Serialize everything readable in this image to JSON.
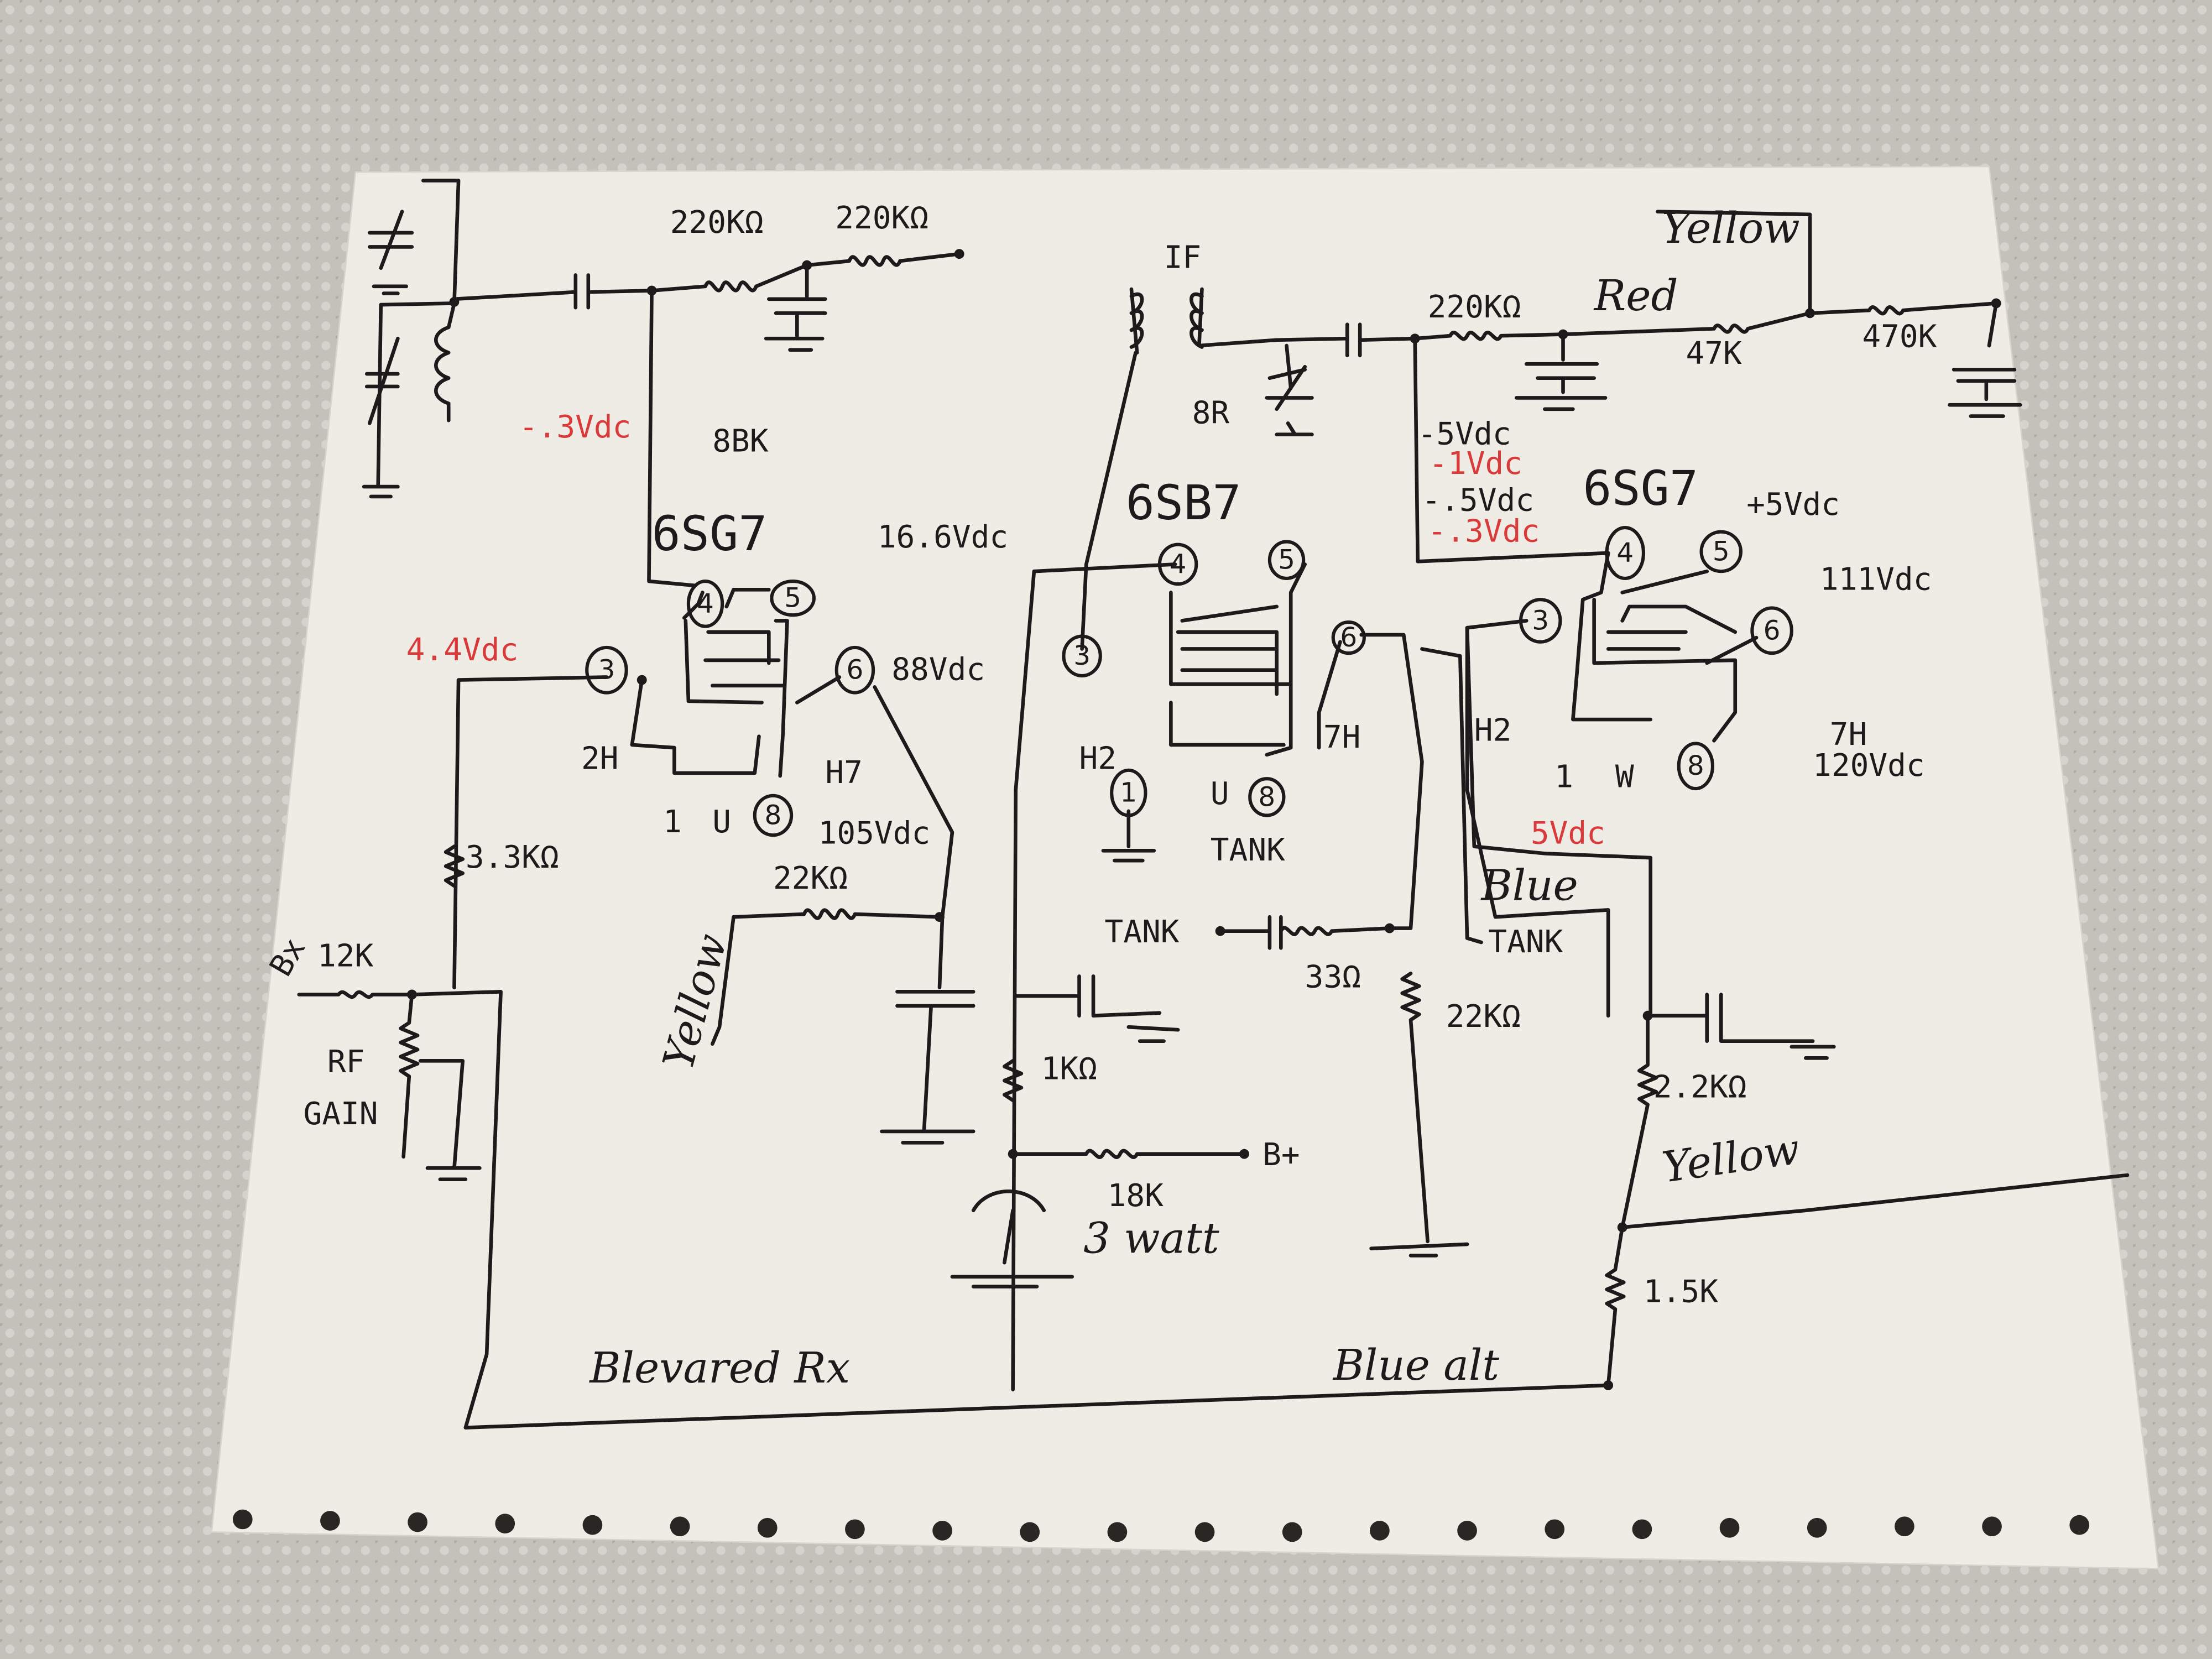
{
  "diagram": {
    "title": "Blevared Rx",
    "colors": {
      "ink": "#1d1a1c",
      "red_ink": "#d93a3a",
      "paper": "#efece6",
      "background": "#bdb9b3"
    },
    "tubes": [
      {
        "type": "6SG7",
        "label_8bk": "8BK",
        "pins": [
          "3",
          "4",
          "5",
          "6",
          "8"
        ],
        "pin_labels": [
          "2H",
          "H7",
          "1",
          "U"
        ]
      },
      {
        "type": "6SB7",
        "pins": [
          "1",
          "3",
          "4",
          "5",
          "6",
          "8"
        ],
        "pin_labels": [
          "H2",
          "7H",
          "U"
        ]
      },
      {
        "type": "6SG7",
        "pins": [
          "3",
          "4",
          "5",
          "6",
          "8"
        ],
        "pin_labels": [
          "H2",
          "7H",
          "1",
          "W"
        ]
      }
    ],
    "labels": {
      "r220k_a": "220KΩ",
      "r220k_b": "220KΩ",
      "v_neg03_a": "-.3Vdc",
      "v166": "16.6Vdc",
      "v44": "4.4Vdc",
      "v88": "88Vdc",
      "if": "IF",
      "r8r": "8R",
      "r220k_c": "220KΩ",
      "red": "Red",
      "yellow_top": "Yellow",
      "r47k": "47K",
      "r470k": "470K",
      "v_neg5": "-5Vdc",
      "v_neg1": "-1Vdc",
      "v_neg05": "-.5Vdc",
      "v_neg03_b": "-.3Vdc",
      "v_pos5": "+5Vdc",
      "v111": "111Vdc",
      "v120": "120Vdc",
      "v105": "105Vdc",
      "r22k_a": "22KΩ",
      "r33k": "3.3KΩ",
      "tank_a": "TANK",
      "tank_b": "TANK",
      "r33": "33Ω",
      "r22k_b": "22KΩ",
      "blue": "Blue",
      "tank_c": "TANK",
      "v5": "5Vdc",
      "bx": "Bx",
      "r12k": "12K",
      "rf": "RF",
      "gain": "GAIN",
      "yellow_left": "Yellow",
      "r1k": "1KΩ",
      "bplus": "B+",
      "r18k": "18K",
      "watt": "3 watt",
      "r22k_c": "2.2KΩ",
      "yellow_right": "Yellow",
      "r15k": "1.5K",
      "blue_alt": "Blue alt"
    }
  }
}
